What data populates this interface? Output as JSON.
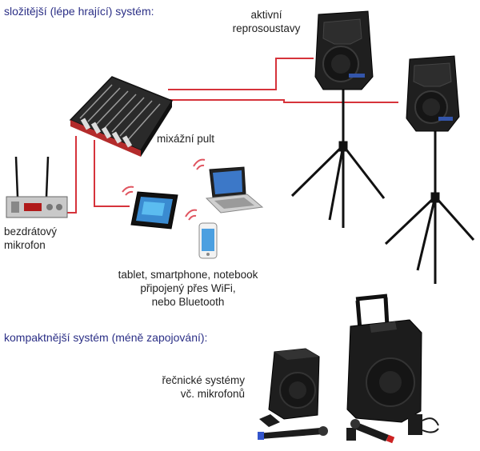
{
  "headings": {
    "complex_system": "složitější (lépe hrající) systém:",
    "compact_system": "kompaktnější systém (méně zapojování):"
  },
  "labels": {
    "active_speakers": [
      "aktivní",
      "reprosoustavy"
    ],
    "mixer": "mixážní pult",
    "wireless_mic": [
      "bezdrátový",
      "mikrofon"
    ],
    "devices": [
      "tablet, smartphone, notebook",
      "připojený přes WiFi,",
      "nebo Bluetooth"
    ],
    "speech_systems": [
      "řečnické systémy",
      "vč. mikrofonů"
    ]
  },
  "colors": {
    "heading": "#2b2f86",
    "cable": "#d6333b",
    "wifi": "#e05560",
    "device_dark": "#1c1c1c"
  },
  "icons": {
    "speaker": "speaker-icon",
    "stand": "tripod-stand-icon",
    "mixer": "mixer-icon",
    "receiver": "wireless-receiver-icon",
    "tablet": "tablet-icon",
    "smartphone": "smartphone-icon",
    "laptop": "laptop-icon",
    "wifi": "wifi-signal-icon",
    "portable_pa": "portable-pa-icon",
    "microphone": "microphone-icon",
    "remote": "remote-icon",
    "bodypack": "bodypack-transmitter-icon"
  }
}
